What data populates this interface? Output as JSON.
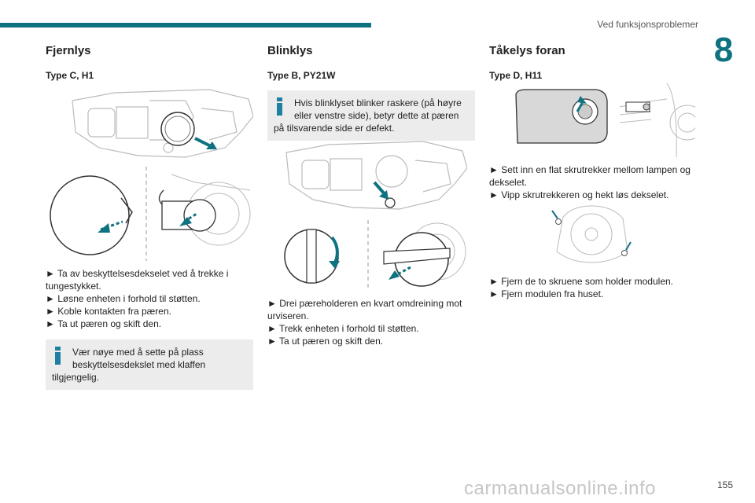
{
  "header": {
    "running_title": "Ved funksjonsproblemer",
    "chapter": "8"
  },
  "col1": {
    "title": "Fjernlys",
    "type": "Type C, H1",
    "steps": [
      "► Ta av beskyttelsesdekselet ved å trekke i tungestykket.",
      "► Løsne enheten i forhold til støtten.",
      "► Koble kontakten fra pæren.",
      "► Ta ut pæren og skift den."
    ],
    "note_first": "Vær nøye med å sette på plass beskyttelsesdekslet med klaffen",
    "note_rest": "tilgjengelig."
  },
  "col2": {
    "title": "Blinklys",
    "type": "Type B, PY21W",
    "note_first": "Hvis blinklyset blinker raskere (på høyre eller venstre side), betyr dette at pæren",
    "note_rest": "på tilsvarende side er defekt.",
    "steps": [
      "►  Drei pæreholderen en kvart omdreining mot urviseren.",
      "► Trekk enheten i forhold til støtten.",
      "► Ta ut pæren og skift den."
    ]
  },
  "col3": {
    "title": "Tåkelys foran",
    "type": "Type D, H11",
    "steps_a": [
      "► Sett inn en flat skrutrekker mellom lampen og dekselet.",
      "► Vipp skrutrekkeren og hekt løs dekselet."
    ],
    "steps_b": [
      "► Fjern de to skruene som holder modulen.",
      "► Fjern modulen fra huset."
    ]
  },
  "footer": {
    "page_number": "155",
    "watermark": "carmanualsonline.info"
  },
  "colors": {
    "accent": "#0f7280",
    "info_icon": "#1e7fa3",
    "note_bg": "#ececec"
  }
}
